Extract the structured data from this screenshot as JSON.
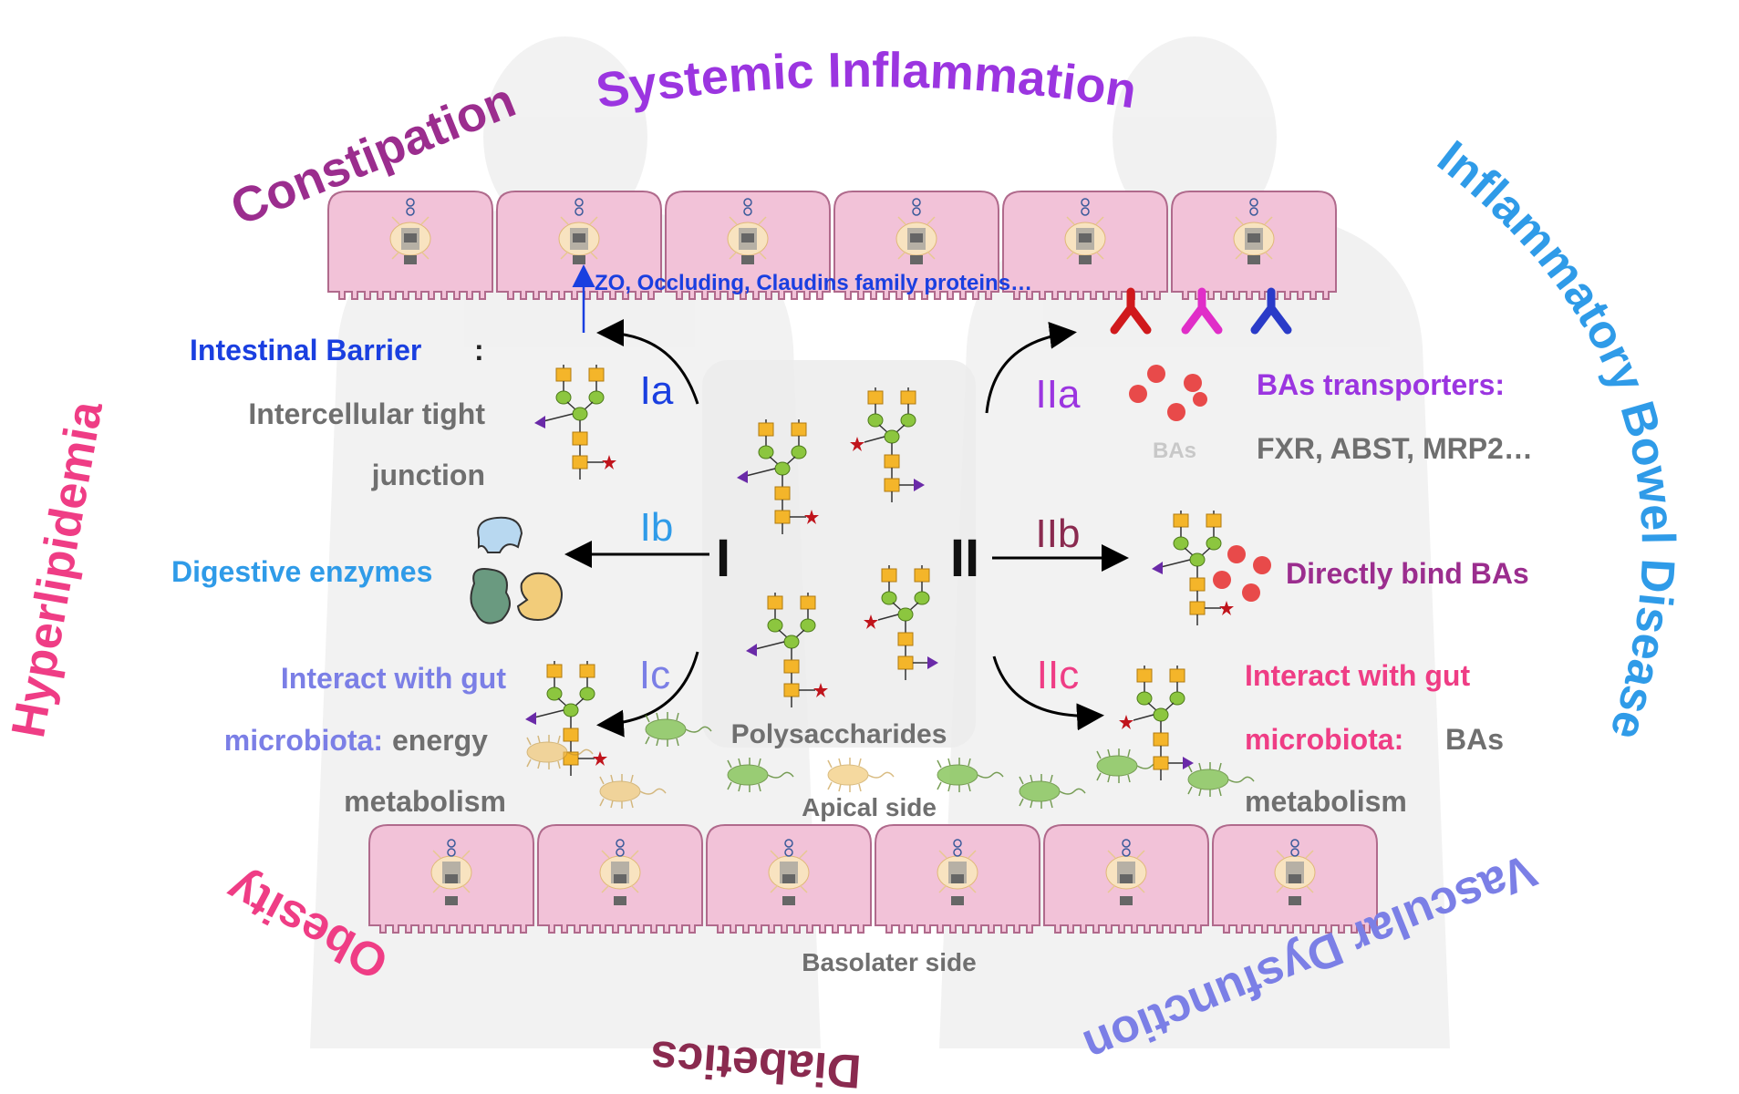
{
  "colors": {
    "cell_fill": "#f2c2d8",
    "cell_stroke": "#b06a8c",
    "violet": "#9b35e0",
    "purple": "#9b2d8e",
    "sky": "#2f9be8",
    "pink": "#ef3d85",
    "maroon": "#8a2a4f",
    "periwinkle": "#7b7fe6",
    "blue": "#1a3fe0",
    "gray": "#6f6f6f",
    "red_receptor": "#d0191c",
    "magenta_receptor": "#e02ec8",
    "navy_receptor": "#2a3bc8",
    "ba_particle": "#e84a4a",
    "sugar_square": "#f4b52a",
    "sugar_circle": "#8cc63f",
    "star": "#c0141c",
    "triangle": "#6a2aa8",
    "bacteria_green": "#7cc04a",
    "bacteria_yellow": "#f0c060"
  },
  "diseases": {
    "systemic_inflammation": "Systemic Inflammation",
    "constipation": "Constipation",
    "hyperlipidemia": "Hyperlipidemia",
    "obesity": "Obesity",
    "diabetics": "Diabetics",
    "vascular_dysfunction": "Vascular Dysfunction",
    "ibd": "Inflammatory Bowel Disease"
  },
  "center": {
    "label": "Polysaccharides",
    "route_one": "I",
    "route_two": "II"
  },
  "mechanisms": {
    "ia": {
      "tag": "Ia",
      "title": "Intestinal Barrier",
      "colon": ":",
      "line1": "Intercellular tight",
      "line2": "junction",
      "protein_note": "ZO, Occluding, Claudins family proteins…"
    },
    "ib": {
      "tag": "Ib",
      "text": "Digestive enzymes"
    },
    "ic": {
      "tag": "Ic",
      "line1": "Interact with gut",
      "line2a": "microbiota:",
      "line2b": "energy",
      "line3": "metabolism"
    },
    "iia": {
      "tag": "IIa",
      "title": "BAs transporters:",
      "list": "FXR, ABST, MRP2…",
      "bas_label": "BAs"
    },
    "iib": {
      "tag": "IIb",
      "text": "Directly bind BAs"
    },
    "iic": {
      "tag": "IIc",
      "line1": "Interact with gut",
      "line2a": "microbiota:",
      "line2b": "BAs",
      "line3": "metabolism"
    }
  },
  "sides": {
    "apical": "Apical side",
    "basolateral": "Basolater side"
  }
}
